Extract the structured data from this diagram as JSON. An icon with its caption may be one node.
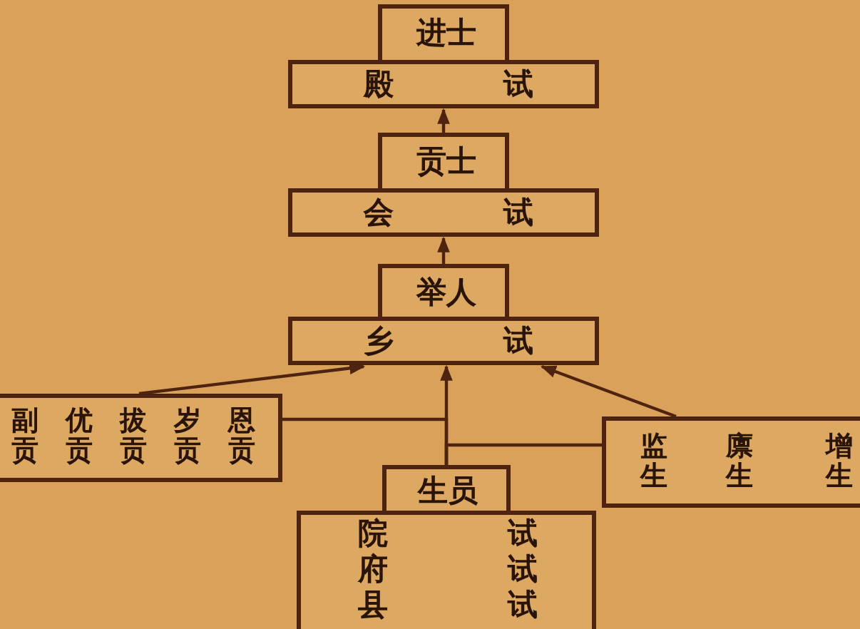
{
  "diagram": {
    "nodes": [
      {
        "text": [
          "进士"
        ]
      },
      {
        "text": [
          "殿",
          "试"
        ]
      },
      {
        "text": [
          "贡士"
        ]
      },
      {
        "text": [
          "会",
          "试"
        ]
      },
      {
        "text": [
          "举人"
        ]
      },
      {
        "text": [
          "乡",
          "试"
        ]
      },
      {
        "text": [
          "副贡",
          "优贡",
          "拔贡",
          "岁贡",
          "恩贡"
        ]
      },
      {
        "text": [
          "生员"
        ]
      },
      {
        "text": [
          "监生",
          "廪生",
          "增生"
        ]
      },
      {
        "text": [
          "院",
          "府",
          "县",
          "试",
          "试",
          "试"
        ]
      }
    ],
    "edges": [
      {
        "from": 2,
        "to": 1,
        "arrow": "to"
      },
      {
        "from": 4,
        "to": 3,
        "arrow": "to"
      },
      {
        "from": 6,
        "to": 5,
        "arrow": "to"
      },
      {
        "from": 7,
        "to": 5,
        "arrow": "to"
      },
      {
        "from": 8,
        "to": 5,
        "arrow": "to"
      },
      {
        "from": 7,
        "to": 6,
        "arrow": "none"
      },
      {
        "from": 7,
        "to": 8,
        "arrow": "none"
      }
    ]
  }
}
